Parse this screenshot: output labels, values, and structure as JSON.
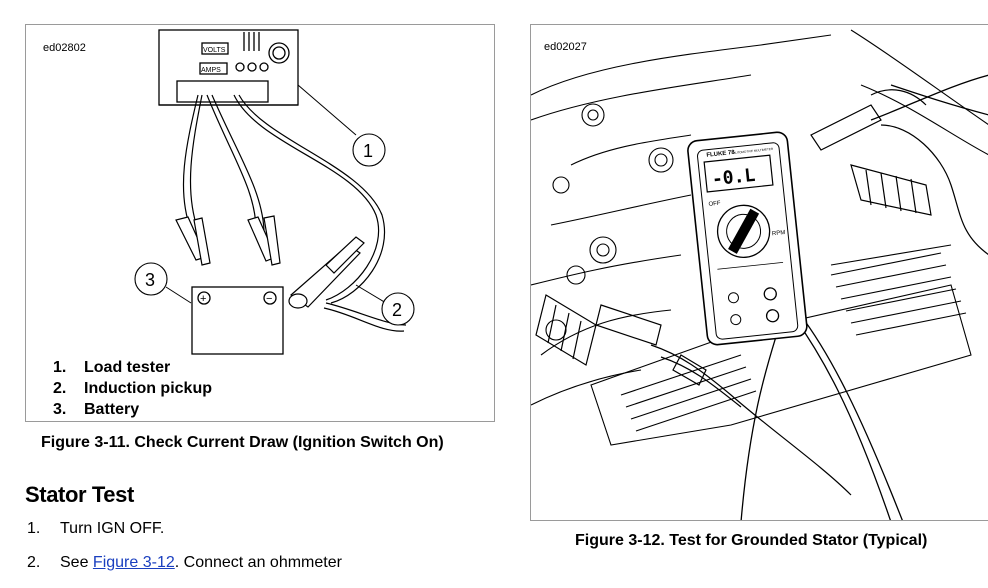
{
  "figure_left": {
    "code": "ed02802",
    "panel_labels": {
      "volts": "VOLTS",
      "amps": "AMPS"
    },
    "callouts": [
      "1",
      "2",
      "3"
    ],
    "battery_terminals": {
      "positive": "+",
      "negative": "−"
    },
    "legend": [
      {
        "num": "1.",
        "label": "Load tester"
      },
      {
        "num": "2.",
        "label": "Induction pickup"
      },
      {
        "num": "3.",
        "label": "Battery"
      }
    ],
    "caption": "Figure 3-11. Check Current Draw (Ignition Switch On)"
  },
  "section": {
    "title": "Stator Test",
    "steps": [
      {
        "num": "1.",
        "text": "Turn IGN OFF.",
        "link": "",
        "after": ""
      },
      {
        "num": "2.",
        "text": "See ",
        "link": "Figure 3-12",
        "after": ". Connect an ohmmeter"
      }
    ]
  },
  "figure_right": {
    "code": "ed02027",
    "meter": {
      "brand": "FLUKE 78",
      "brand_sub": "AUTOMOTIVE MULTIMETER",
      "reading": "-0.L",
      "off": "OFF",
      "rpm": "RPM"
    },
    "caption": "Figure 3-12. Test for Grounded Stator (Typical)"
  }
}
